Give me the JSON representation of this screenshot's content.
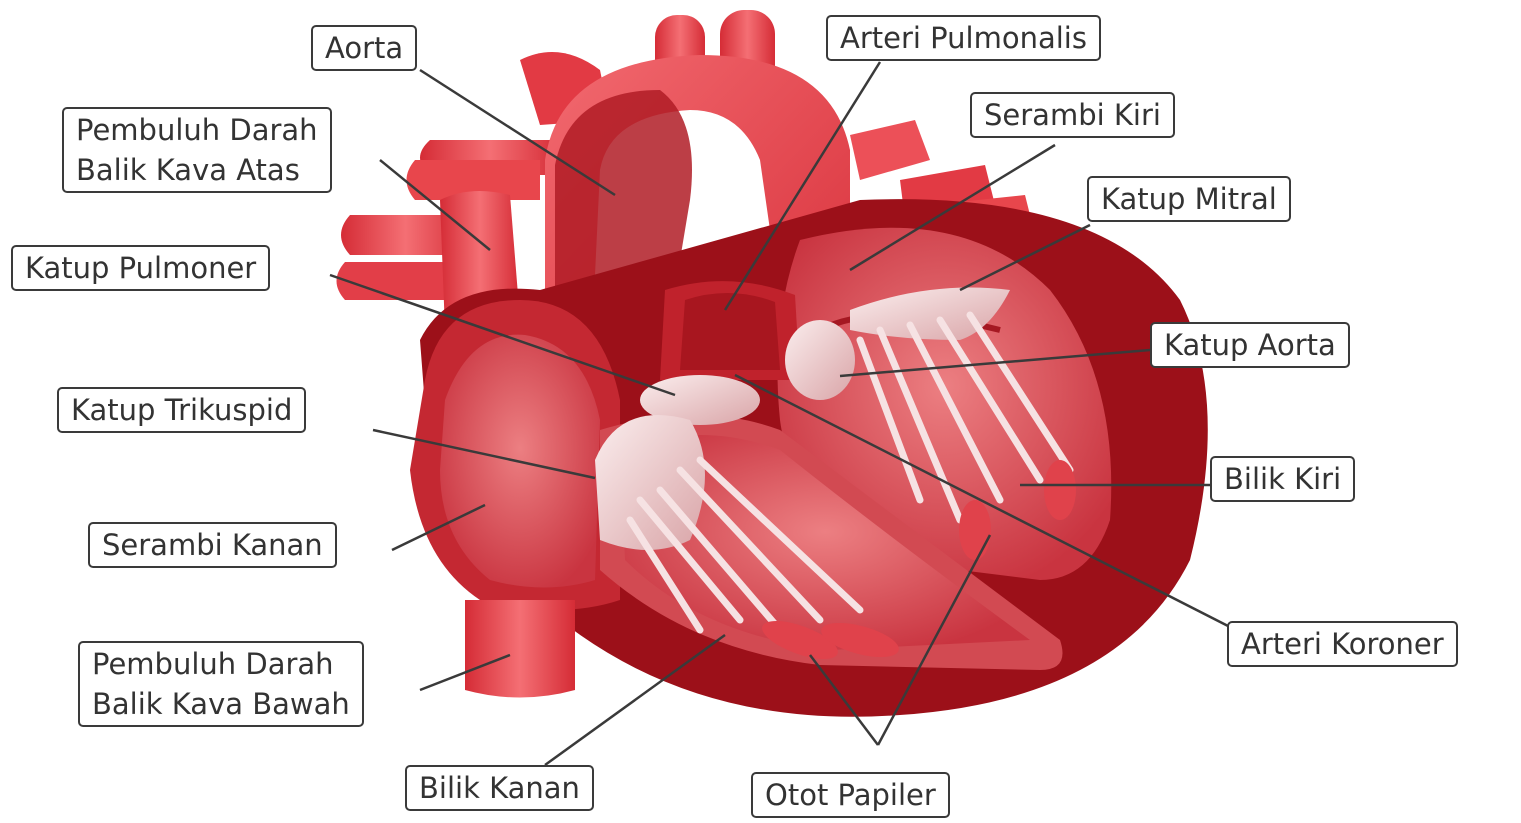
{
  "colors": {
    "background": "#ffffff",
    "heart_red": "#e8464c",
    "heart_light": "#f06a6e",
    "heart_dark": "#a3121b",
    "muscle_dark": "#8e0f17",
    "valve_white": "#f3dedf",
    "leader_line": "#3a3a3a",
    "label_border": "#3a3a3a",
    "label_text": "#333333"
  },
  "labels": {
    "aorta": "Aorta",
    "arteri_pulmonalis": "Arteri Pulmonalis",
    "vena_kava_atas": {
      "line1": "Pembuluh Darah",
      "line2": "Balik Kava Atas"
    },
    "serambi_kiri": "Serambi Kiri",
    "katup_mitral": "Katup Mitral",
    "katup_pulmoner": "Katup Pulmoner",
    "katup_aorta": "Katup Aorta",
    "katup_trikuspid": "Katup Trikuspid",
    "bilik_kiri": "Bilik Kiri",
    "serambi_kanan": "Serambi Kanan",
    "arteri_koroner": "Arteri Koroner",
    "vena_kava_bawah": {
      "line1": "Pembuluh Darah",
      "line2": "Balik Kava Bawah"
    },
    "bilik_kanan": "Bilik Kanan",
    "otot_papiler": "Otot Papiler"
  }
}
